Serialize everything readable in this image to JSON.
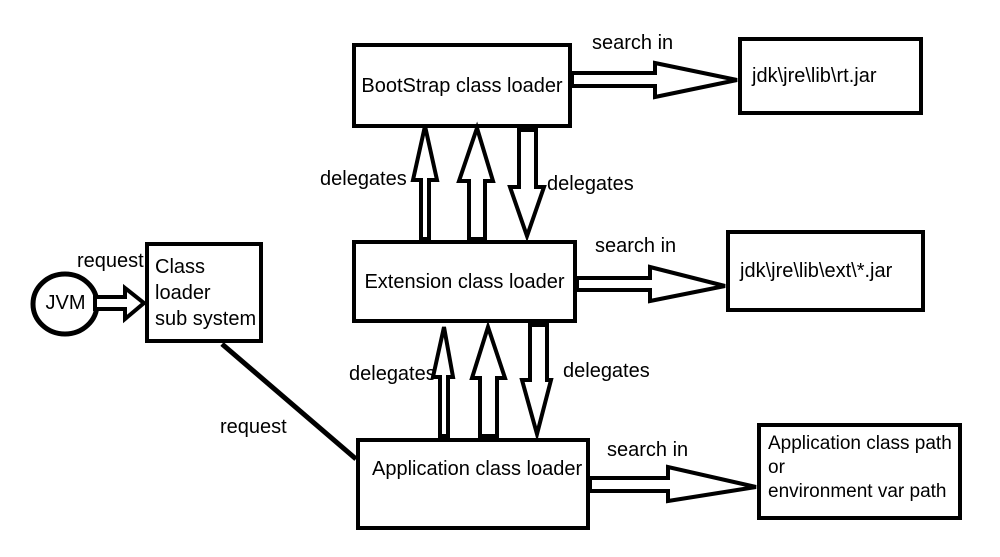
{
  "nodes": {
    "jvm": {
      "label": "JVM"
    },
    "subsystem": {
      "line1": "Class loader",
      "line2": "sub system"
    },
    "bootstrap": {
      "label": "BootStrap class loader"
    },
    "extension": {
      "label": "Extension class loader"
    },
    "application": {
      "label": "Application class loader"
    },
    "rt_jar": {
      "label": "jdk\\jre\\lib\\rt.jar"
    },
    "ext_jar": {
      "label": "jdk\\jre\\lib\\ext\\*.jar"
    },
    "app_path": {
      "line1": "Application class path",
      "line2": "or",
      "line3": "environment var path"
    }
  },
  "labels": {
    "request_jvm": "request",
    "request_application": "request",
    "search_in_bootstrap": "search in",
    "search_in_extension": "search in",
    "search_in_application": "search in",
    "delegates_top_left": "delegates",
    "delegates_top_right": "delegates",
    "delegates_bottom_left": "delegates",
    "delegates_bottom_right": "delegates"
  },
  "colors": {
    "ink": "#000000",
    "background": "#ffffff"
  }
}
